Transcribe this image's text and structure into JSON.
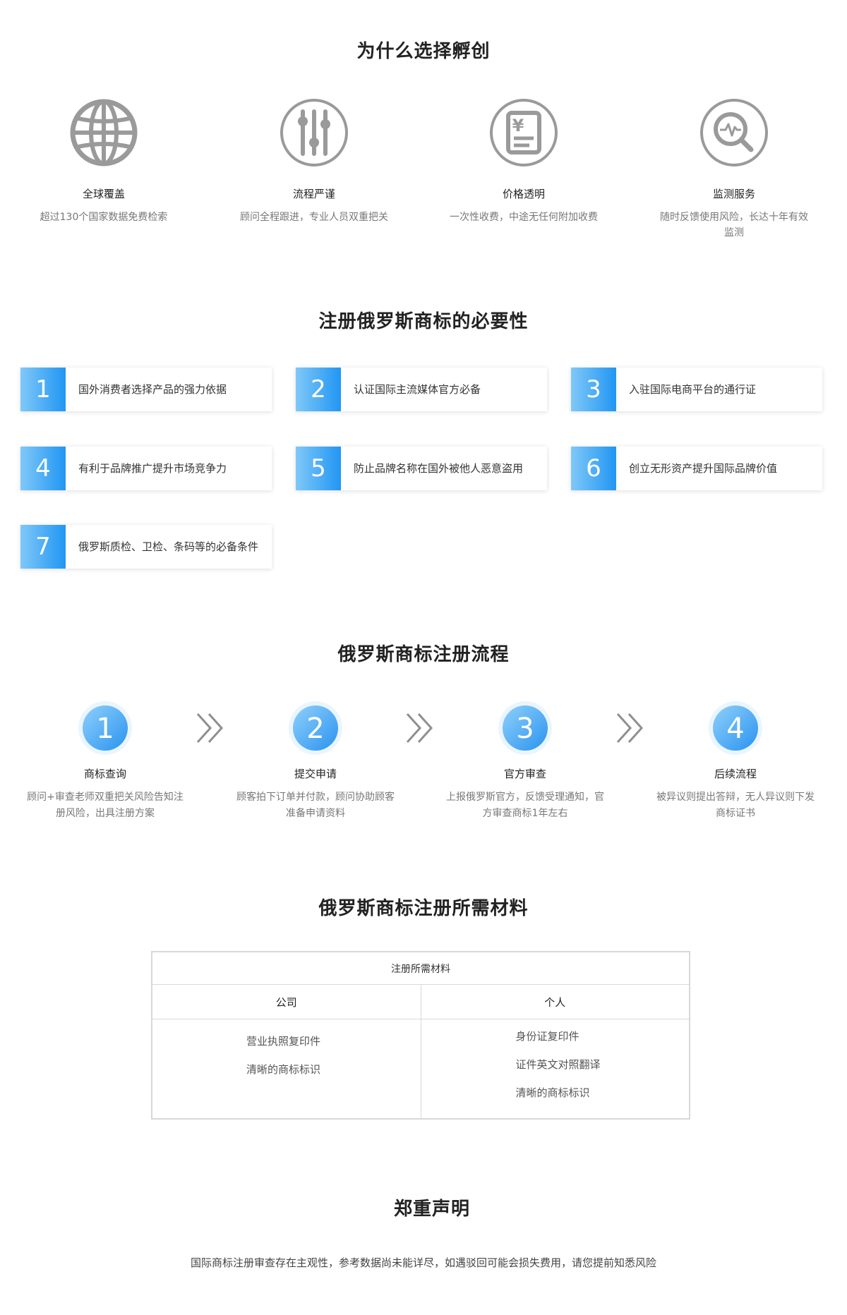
{
  "why": {
    "title": "为什么选择孵创",
    "items": [
      {
        "icon": "globe-icon",
        "title": "全球覆盖",
        "desc": "超过130个国家数据免费检索"
      },
      {
        "icon": "sliders-icon",
        "title": "流程严谨",
        "desc": "顾问全程跟进，专业人员双重把关"
      },
      {
        "icon": "invoice-yen-icon",
        "title": "价格透明",
        "desc": "一次性收费，中途无任何附加收费"
      },
      {
        "icon": "monitor-search-icon",
        "title": "监测服务",
        "desc": "随时反馈使用风险，长达十年有效监测"
      }
    ]
  },
  "necessity": {
    "title": "注册俄罗斯商标的必要性",
    "cards": [
      {
        "num": "1",
        "text": "国外消费者选择产品的强力依据"
      },
      {
        "num": "2",
        "text": "认证国际主流媒体官方必备"
      },
      {
        "num": "3",
        "text": "入驻国际电商平台的通行证"
      },
      {
        "num": "4",
        "text": "有利于品牌推广提升市场竞争力"
      },
      {
        "num": "5",
        "text": "防止品牌名称在国外被他人恶意盗用"
      },
      {
        "num": "6",
        "text": "创立无形资产提升国际品牌价值"
      },
      {
        "num": "7",
        "text": "俄罗斯质检、卫检、条码等的必备条件"
      }
    ]
  },
  "process": {
    "title": "俄罗斯商标注册流程",
    "steps": [
      {
        "num": "1",
        "title": "商标查询",
        "desc": "顾问+审查老师双重把关风险告知注册风险，出具注册方案"
      },
      {
        "num": "2",
        "title": "提交申请",
        "desc": "顾客拍下订单并付款，顾问协助顾客准备申请资料"
      },
      {
        "num": "3",
        "title": "官方审查",
        "desc": "上报俄罗斯官方，反馈受理通知，官方审查商标1年左右"
      },
      {
        "num": "4",
        "title": "后续流程",
        "desc": "被异议则提出答辩，无人异议则下发商标证书"
      }
    ]
  },
  "materials": {
    "title": "俄罗斯商标注册所需材料",
    "table_header": "注册所需材料",
    "company_label": "公司",
    "personal_label": "个人",
    "company_items": [
      "营业执照复印件",
      "清晰的商标标识"
    ],
    "personal_items": [
      "身份证复印件",
      "证件英文对照翻译",
      "清晰的商标标识"
    ]
  },
  "notice": {
    "title": "郑重声明",
    "text": "国际商标注册审查存在主观性，参考数据尚未能详尽，如遇驳回可能会损失费用，请您提前知悉风险"
  }
}
